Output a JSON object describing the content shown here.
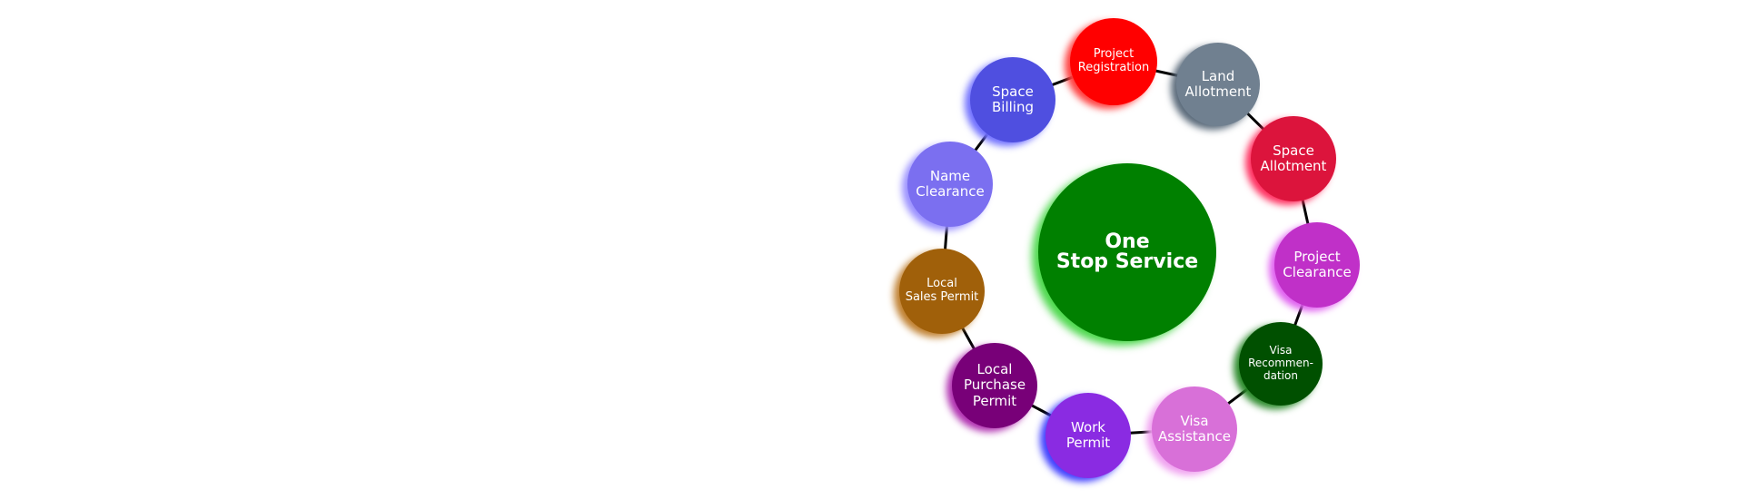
{
  "hub": {
    "label": "One\nStop Service",
    "color": "#008000",
    "glow": "#00c800"
  },
  "nodes": [
    {
      "id": "project-registration",
      "label": "Project\nRegistration",
      "color": "#ff0000",
      "glow": "#ff4040"
    },
    {
      "id": "land-allotment",
      "label": "Land\nAllotment",
      "color": "#708090",
      "glow": "#5a6a7a"
    },
    {
      "id": "space-allotment",
      "label": "Space\nAllotment",
      "color": "#dc143c",
      "glow": "#ff3060"
    },
    {
      "id": "project-clearance",
      "label": "Project\nClearance",
      "color": "#c030c8",
      "glow": "#e060f0"
    },
    {
      "id": "visa-recommendation",
      "label": "Visa\nRecommen-\ndation",
      "color": "#005000",
      "glow": "#2a8a2a"
    },
    {
      "id": "visa-assistance",
      "label": "Visa\nAssistance",
      "color": "#d870d8",
      "glow": "#f0a0f0"
    },
    {
      "id": "work-permit",
      "label": "Work\nPermit",
      "color": "#8a2be2",
      "glow": "#4040ff"
    },
    {
      "id": "local-purchase-permit",
      "label": "Local\nPurchase\nPermit",
      "color": "#780078",
      "glow": "#b030b0"
    },
    {
      "id": "local-sales-permit",
      "label": "Local\nSales Permit",
      "color": "#a0600a",
      "glow": "#c08030"
    },
    {
      "id": "name-clearance",
      "label": "Name\nClearance",
      "color": "#7b6ff0",
      "glow": "#9a90ff"
    },
    {
      "id": "space-billing",
      "label": "Space\nBilling",
      "color": "#4f4fe0",
      "glow": "#7070ff"
    }
  ],
  "connector_color": "#000000"
}
